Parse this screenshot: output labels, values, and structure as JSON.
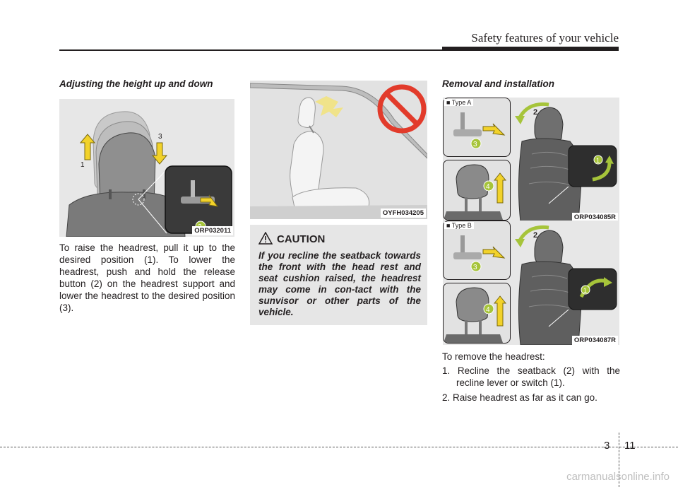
{
  "header": {
    "title": "Safety features of your vehicle"
  },
  "left": {
    "heading": "Adjusting the height up and down",
    "figure": {
      "code": "ORP032011",
      "callouts": [
        "1",
        "2",
        "3"
      ]
    },
    "body": "To raise the headrest, pull it up to the desired position (1). To lower the headrest, push and hold the release button (2) on the headrest support and lower the headrest to the desired position (3)."
  },
  "middle": {
    "figure": {
      "code": "OYFH034205"
    },
    "caution": {
      "title": "CAUTION",
      "text": "If you recline the seatback towards the front with the head rest and seat cushion raised, the headrest may come in con-tact with the sunvisor or other parts of the vehicle."
    }
  },
  "right": {
    "heading": "Removal and installation",
    "figure_a": {
      "type_label": "■ Type A",
      "code": "ORP034085R",
      "callouts": [
        "1",
        "2",
        "3",
        "4"
      ]
    },
    "figure_b": {
      "type_label": "■ Type B",
      "code": "ORP034087R",
      "callouts": [
        "1",
        "2",
        "3",
        "4"
      ]
    },
    "intro": "To remove the headrest:",
    "steps": [
      "1. Recline the seatback (2) with the recline lever or switch (1).",
      "2. Raise headrest as far as it can go."
    ]
  },
  "footer": {
    "chapter": "3",
    "page": "11",
    "watermark": "carmanualsonline.info"
  },
  "colors": {
    "arrow_yellow": "#f2d22a",
    "arrow_green": "#a6c43a",
    "rule": "#231f20",
    "figure_gray": "#e7e7e7"
  }
}
